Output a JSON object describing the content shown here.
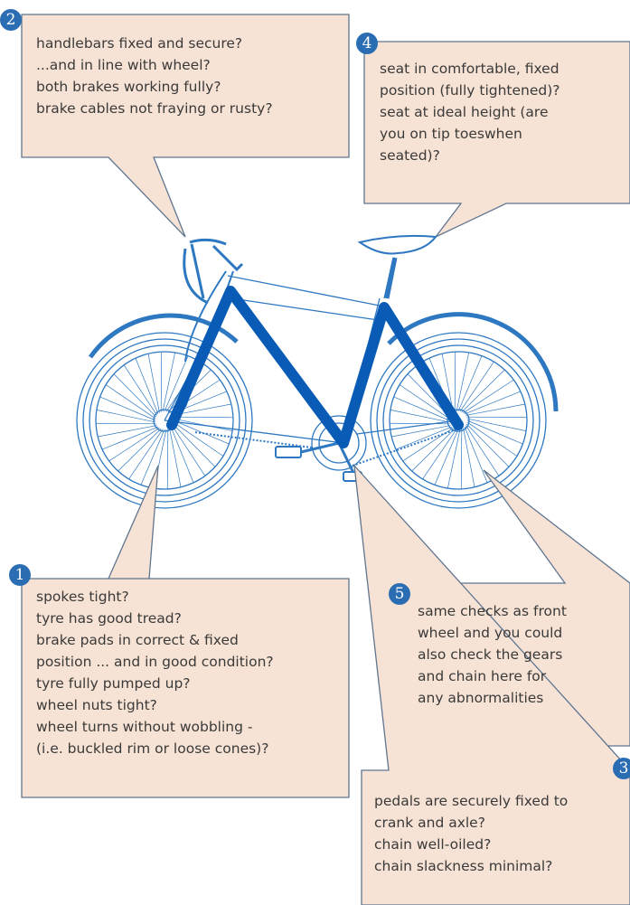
{
  "colors": {
    "callout_fill": "#f7e3d5",
    "callout_border": "#5f7590",
    "badge": "#2b6db3",
    "bike_line": "#2e78c2",
    "frame_highlight": "#0a5bb5",
    "text": "#3a3a3a"
  },
  "callouts": [
    {
      "number": "1",
      "lines": [
        "spokes tight?",
        "tyre has good tread?",
        "brake pads in correct & fixed",
        "position ... and in good condition?",
        "tyre fully pumped up?",
        "wheel nuts tight?",
        "wheel turns without wobbling -",
        "(i.e. buckled rim or loose cones)?"
      ]
    },
    {
      "number": "2",
      "lines": [
        "handlebars fixed and secure?",
        "...and in line with wheel?",
        "both brakes working fully?",
        "brake cables not fraying or rusty?"
      ]
    },
    {
      "number": "3",
      "lines": [
        "pedals are securely fixed to",
        "crank and axle?",
        "chain well-oiled?",
        "chain slackness minimal?"
      ]
    },
    {
      "number": "4",
      "lines": [
        "seat in comfortable, fixed",
        "position (fully tightened)?",
        "seat at ideal height (are",
        "you on tip toeswhen",
        "seated)?"
      ]
    },
    {
      "number": "5",
      "lines": [
        "same checks as front",
        "wheel and you could",
        "also check the gears",
        "and chain here for",
        "any abnormalities"
      ]
    }
  ]
}
